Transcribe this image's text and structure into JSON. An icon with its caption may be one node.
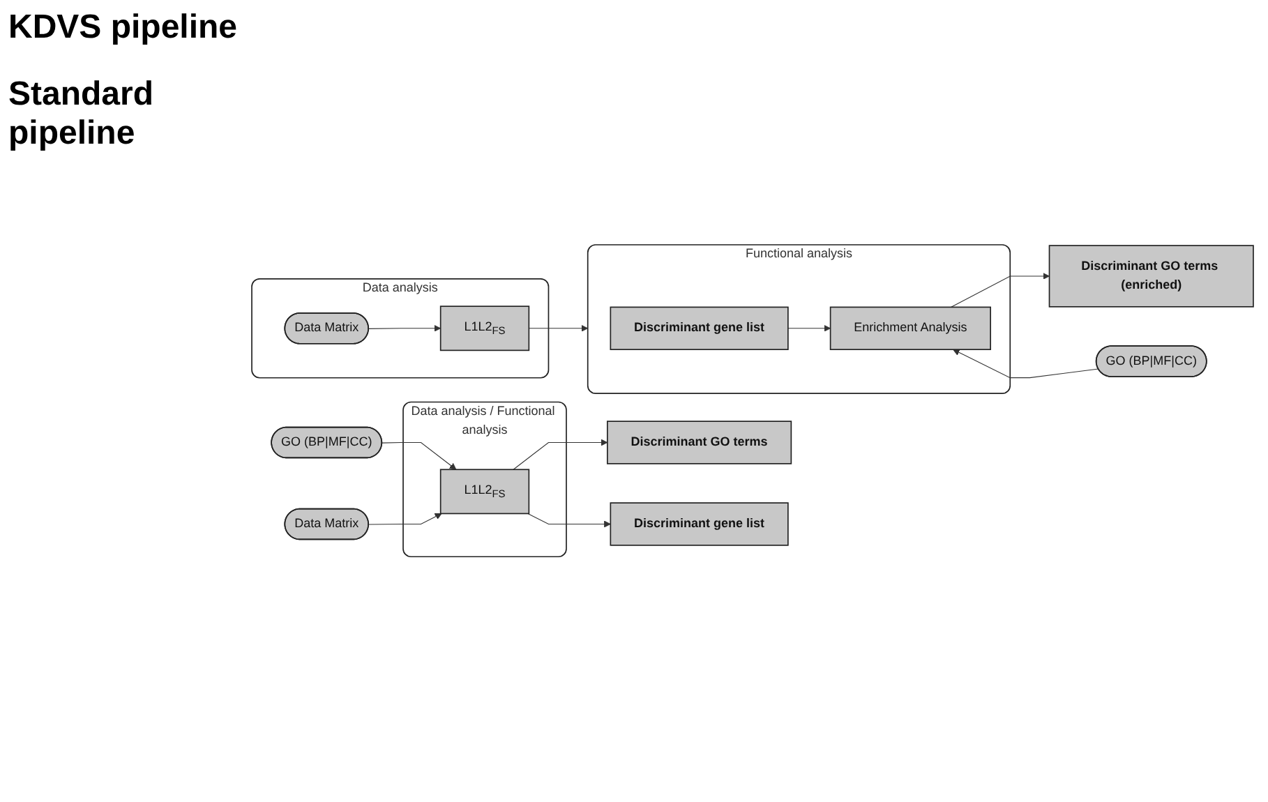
{
  "diagram": {
    "nodes": [
      {
        "text": [
          "Data analysis / Functional analysis"
        ]
      },
      {
        "text": [
          "GO (BP|MF|CC)"
        ]
      },
      {
        "text": [
          "Data Matrix"
        ]
      },
      {
        "text": [
          "L1L2$_{FS}$"
        ],
        "in": 0
      },
      {
        "text": [
          "Discriminant GO terms"
        ]
      },
      {
        "text": [
          "Discriminant gene list"
        ]
      },
      {
        "text": [
          "GO (BP|MF|CC)"
        ]
      },
      {
        "text": [
          "Data analysis"
        ]
      },
      {
        "text": [
          "Data Matrix"
        ],
        "in": 7
      },
      {
        "text": [
          "L1L2$_{FS}$"
        ],
        "in": 7
      },
      {
        "text": [
          "Functional analysis"
        ]
      },
      {
        "text": [
          "Discriminant gene list"
        ],
        "in": 10
      },
      {
        "text": [
          "Enrichment Analysis"
        ],
        "in": 10
      },
      {
        "text": [
          "Discriminant GO terms (enriched)"
        ]
      }
    ],
    "edges": [
      {
        "from": 1,
        "to": 3,
        "arrow": "to"
      },
      {
        "from": 2,
        "to": 3,
        "arrow": "to"
      },
      {
        "from": 3,
        "to": 4,
        "arrow": "to"
      },
      {
        "from": 3,
        "to": 5,
        "arrow": "to"
      },
      {
        "from": 6,
        "to": 12,
        "arrow": "to"
      },
      {
        "from": 8,
        "to": 9,
        "arrow": "to"
      },
      {
        "from": 9,
        "to": 10,
        "arrow": "to"
      },
      {
        "from": 11,
        "to": 12,
        "arrow": "to"
      },
      {
        "from": 12,
        "to": 13,
        "arrow": "to"
      }
    ],
    "labels": [
      "KDVS pipeline",
      "Standard pipeline"
    ]
  }
}
